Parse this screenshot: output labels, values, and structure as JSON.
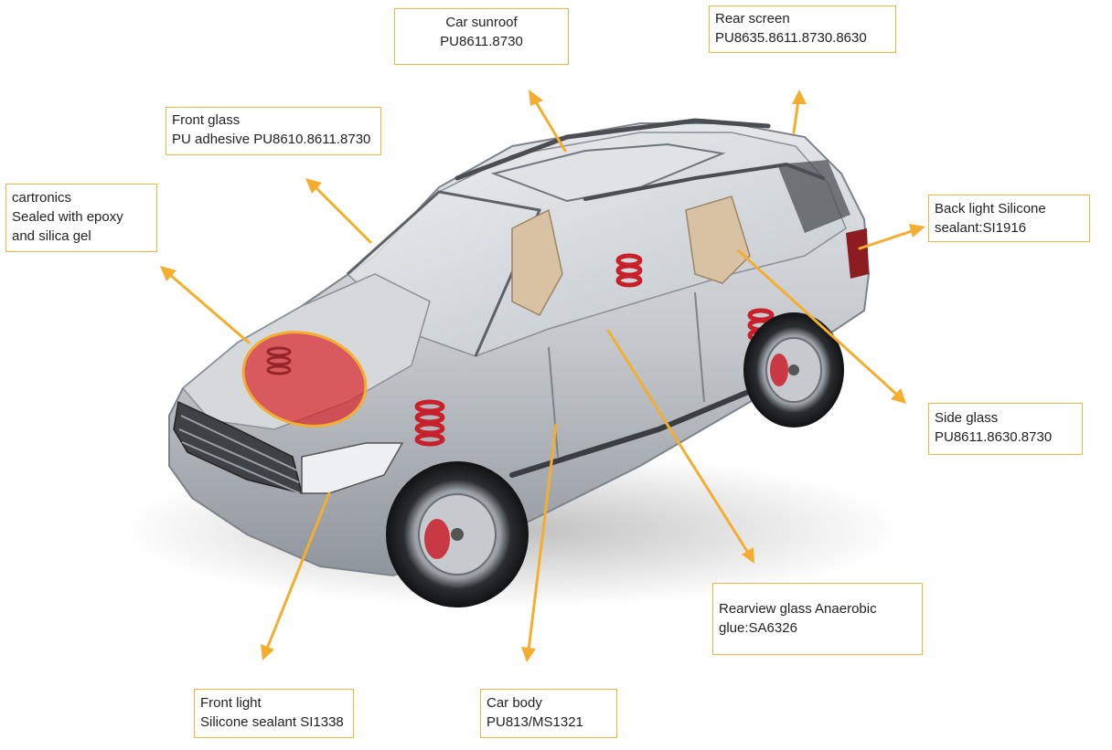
{
  "colors": {
    "accent": "#f4ae2f",
    "highlight": "#d8232a",
    "car_body": "#c9cdd2",
    "box_border": "#f0b53a"
  },
  "labels": {
    "car_sunroof": {
      "line1": "Car sunroof",
      "line2": "PU8611.8730"
    },
    "rear_screen": {
      "line1": "Rear screen",
      "line2": "PU8635.8611.8730.8630"
    },
    "front_glass": {
      "line1": "Front glass",
      "line2": "PU adhesive PU8610.8611.8730"
    },
    "cartronics": {
      "line1": "cartronics",
      "line2": "Sealed with epoxy",
      "line3": "and silica gel"
    },
    "back_light": {
      "line1": "Back light Silicone",
      "line2": "sealant:SI1916"
    },
    "side_glass": {
      "line1": "Side glass",
      "line2": "PU8611.8630.8730"
    },
    "rearview_glass": {
      "line1": "Rearview glass Anaerobic",
      "line2": "glue:SA6326"
    },
    "front_light": {
      "line1": "Front light",
      "line2": "Silicone sealant SI1338"
    },
    "car_body": {
      "line1": "Car body",
      "line2": "PU813/MS1321"
    }
  }
}
